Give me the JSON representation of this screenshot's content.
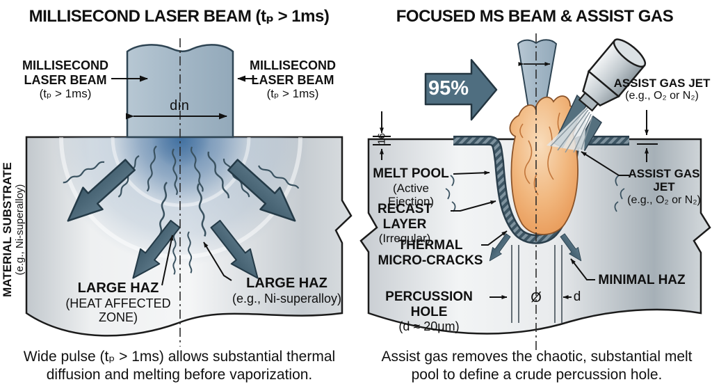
{
  "panels": {
    "left": {
      "title": "MILLISECOND LASER BEAM (tₚ > 1ms)",
      "beam_label_left": {
        "l1": "MILLISECOND",
        "l2": "LASER BEAM",
        "l3": "(tₚ > 1ms)"
      },
      "beam_label_right": {
        "l1": "MILLISECOND",
        "l2": "LASER BEAM",
        "l3": "(tₚ > 1ms)"
      },
      "beam_width_label": "dın",
      "substrate_label": {
        "l1": "MATERIAL SUBSTRATE",
        "l2": "(e.g., Ni-superalloy)"
      },
      "haz_left": {
        "l1": "LARGE HAZ",
        "l2": "(HEAT AFFECTED ZONE)"
      },
      "haz_right": {
        "l1": "LARGE HAZ",
        "l2": "(e.g., Ni-superalloy)"
      },
      "caption": "Wide pulse (tₚ > 1ms) allows substantial thermal diffusion and melting before vaporization."
    },
    "right": {
      "title": "FOCUSED MS BEAM & ASSIST GAS",
      "efficiency_label": "95%",
      "gas_jet_top": {
        "l1": "ASSIST GAS JET",
        "l2": "(e.g., O₂ or N₂)"
      },
      "gas_jet_side": {
        "l1": "ASSIST GAS JET",
        "l2": "(e.g., O₂ or N₂)"
      },
      "melt_pool": {
        "l1": "MELT POOL",
        "l2": "(Active Ejection)"
      },
      "recast": {
        "l1": "RECAST LAYER",
        "l2": "(Irregular)"
      },
      "cracks": {
        "l1": "THERMAL",
        "l2": "MICRO-CRACKS"
      },
      "percussion": {
        "l1": "PERCUSSION HOLE",
        "l2": "(d ≈ 20μm)"
      },
      "minimal_haz": "MINIMAL HAZ",
      "dims": {
        "diameter": "Ø",
        "d": "d",
        "recast_thickness": "16"
      },
      "caption": "Assist gas removes the chaotic, substantial melt pool to define a crude percussion hole."
    }
  },
  "colors": {
    "background": "#ffffff",
    "beam": "#a9bcca",
    "arrow_slate": "#4f6e80",
    "outline": "#2e4453",
    "melt_pool": "#efae72",
    "hatch_dark": "#3d5563",
    "substrate_light": "#eef0f2",
    "text": "#111111"
  }
}
